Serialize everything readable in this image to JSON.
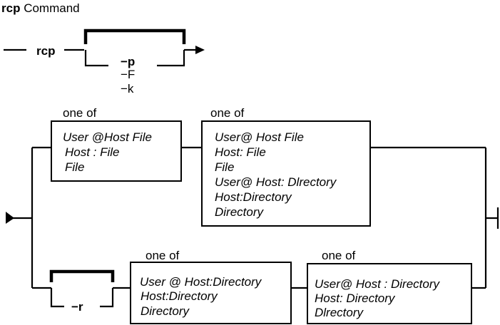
{
  "title": {
    "command": "rcp",
    "word": "Command"
  },
  "main_command": "rcp",
  "flags": [
    "−p",
    "−F",
    "−k"
  ],
  "recursive_flag": "−r",
  "groups": {
    "a": {
      "caption": "one of",
      "items": [
        "User @Host File",
        "Host : File",
        "File"
      ]
    },
    "b": {
      "caption": "one of",
      "items": [
        "User@ Host File",
        "Host: File",
        "File",
        "User@ Host: Dlrectory",
        "Host:Directory",
        "Directory"
      ]
    },
    "c": {
      "caption": "one of",
      "items": [
        "User @ Host:Directory",
        "Host:Directory",
        "Directory"
      ]
    },
    "d": {
      "caption": "one of",
      "items": [
        "User@ Host : Directory",
        "Host: Directory",
        "Dlrectory"
      ]
    }
  },
  "colors": {
    "line": "#000000",
    "background": "#ffffff"
  }
}
